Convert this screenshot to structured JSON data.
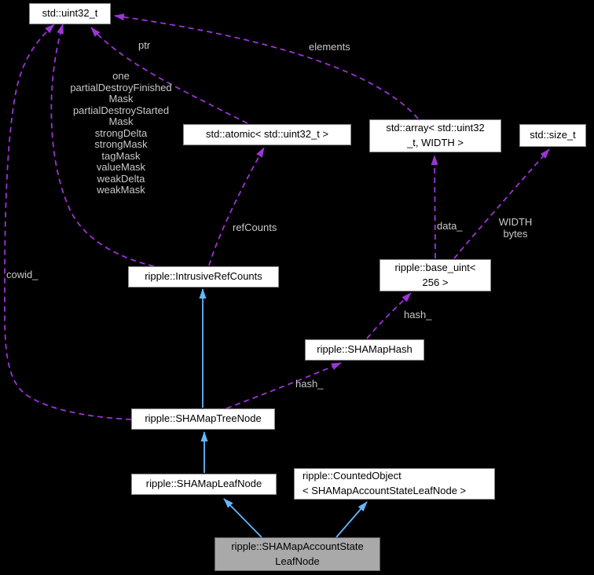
{
  "colors": {
    "background": "#000000",
    "node_fill": "#ffffff",
    "node_border": "#8a8a8a",
    "node_text": "#000000",
    "selected_fill": "#a9a9a9",
    "usage_edge": "#9a35d6",
    "inheritance_edge": "#63b8ff",
    "edge_label": "#c9c9c9"
  },
  "diagram_type": "doxygen-collaboration-graph",
  "nodes": [
    {
      "id": "std-uint32-t",
      "label": "std::uint32_t"
    },
    {
      "id": "std-atomic-uint32",
      "label": "std::atomic< std::uint32_t >"
    },
    {
      "id": "std-array",
      "label": "std::array< std::uint32\n_t, WIDTH >"
    },
    {
      "id": "std-size-t",
      "label": "std::size_t"
    },
    {
      "id": "intrusive-ref-counts",
      "label": "ripple::IntrusiveRefCounts"
    },
    {
      "id": "base-uint-256",
      "label": "ripple::base_uint<\n256 >"
    },
    {
      "id": "shamap-hash",
      "label": "ripple::SHAMapHash"
    },
    {
      "id": "shamap-tree-node",
      "label": "ripple::SHAMapTreeNode"
    },
    {
      "id": "shamap-leaf-node",
      "label": "ripple::SHAMapLeafNode"
    },
    {
      "id": "counted-object",
      "label": "ripple::CountedObject\n< SHAMapAccountStateLeafNode >"
    },
    {
      "id": "shamap-account-state-leaf-node",
      "label": "ripple::SHAMapAccountState\nLeafNode",
      "selected": true
    }
  ],
  "edge_labels": {
    "members": "one\npartialDestroyFinished\nMask\npartialDestroyStarted\nMask\nstrongDelta\nstrongMask\ntagMask\nvalueMask\nweakDelta\nweakMask",
    "ptr": "ptr",
    "elements": "elements",
    "ref_counts": "refCounts",
    "data": "data_",
    "width_bytes": "WIDTH\nbytes",
    "cowid": "cowid_",
    "hash_upper": "hash_",
    "hash_lower": "hash_"
  }
}
